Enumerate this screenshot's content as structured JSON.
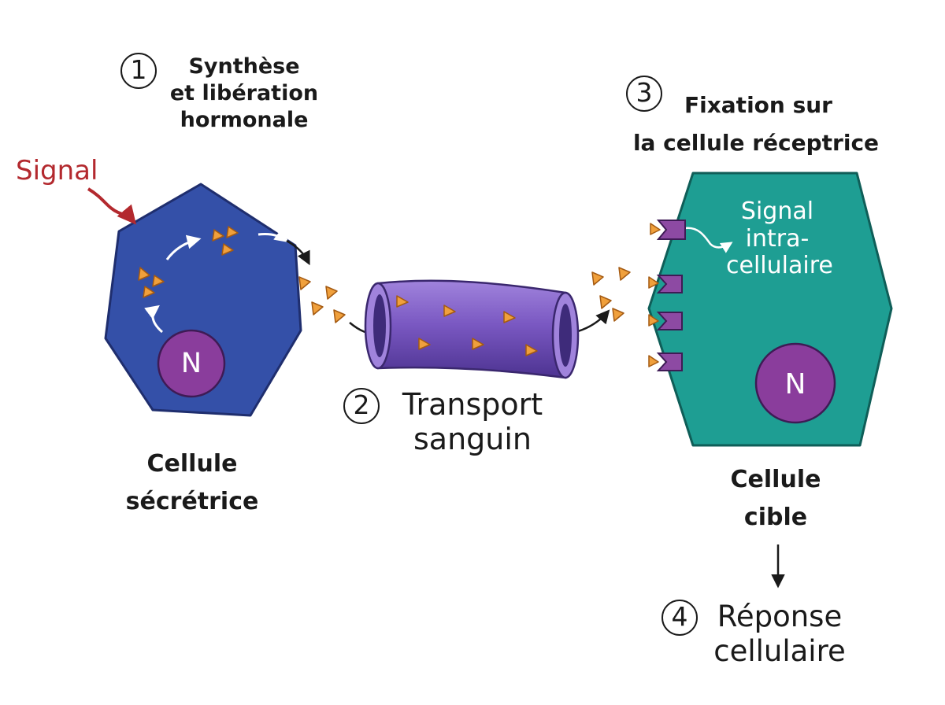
{
  "steps": [
    {
      "number": "1",
      "lines": [
        "Synthèse",
        "et libération",
        "hormonale"
      ]
    },
    {
      "number": "2",
      "lines": [
        "Transport",
        "sanguin"
      ]
    },
    {
      "number": "3",
      "lines": [
        "Fixation sur",
        "la cellule réceptrice"
      ]
    },
    {
      "number": "4",
      "lines": [
        "Réponse",
        "cellulaire"
      ]
    }
  ],
  "input_signal": "Signal",
  "secretory_cell": {
    "label_lines": [
      "Cellule",
      "sécrétrice"
    ],
    "nucleus": "N"
  },
  "target_cell": {
    "label_lines": [
      "Cellule",
      "cible"
    ],
    "nucleus": "N",
    "intracellular_signal_lines": [
      "Signal",
      "intra-",
      "cellulaire"
    ]
  },
  "colors": {
    "secretory_cell": "#3450a8",
    "target_cell": "#1e9e93",
    "nucleus": "#8a3d9c",
    "hormone": "#f0a03c",
    "vessel": "#7a58c2",
    "receptor": "#8d4aa3",
    "signal_arrow": "#b3292e",
    "text": "#1a1a1a"
  },
  "icons": [
    "hormone-triangle-icon",
    "receptor-icon",
    "arrow-icon"
  ]
}
